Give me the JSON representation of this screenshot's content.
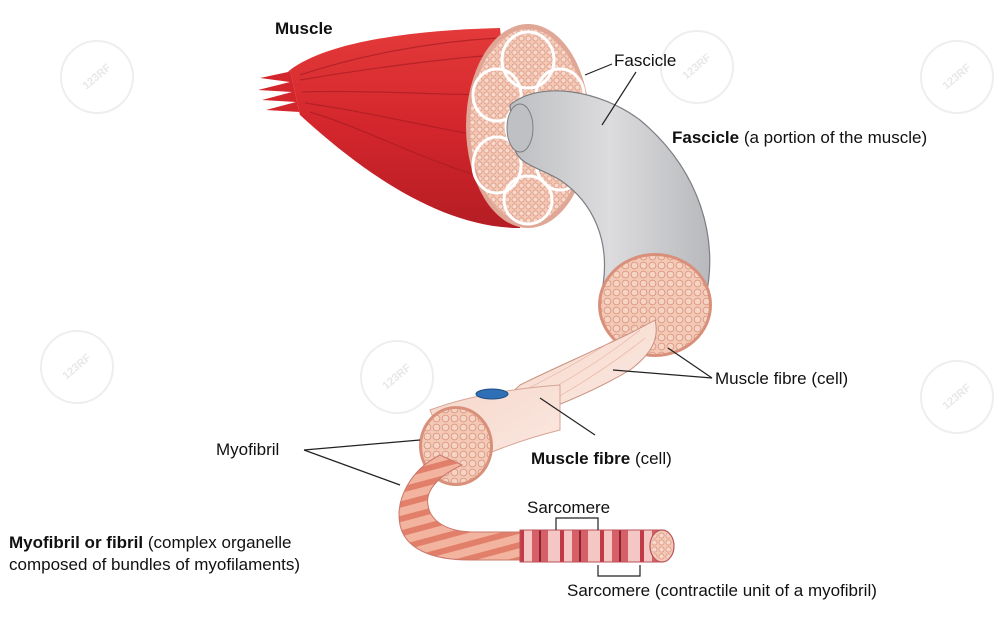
{
  "labels": {
    "muscle": "Muscle",
    "fascicle_small": "Fascicle",
    "fascicle_bold": "Fascicle",
    "fascicle_note": "(a portion of the muscle)",
    "muscle_fibre_cell": "Muscle fibre (cell)",
    "myofibril": "Myofibril",
    "muscle_fibre_bold": "Muscle fibre",
    "muscle_fibre_note": "(cell)",
    "myofibril_bold": "Myofibril or fibril",
    "myofibril_note_1": "(complex organelle",
    "myofibril_note_2": "composed of bundles of myofilaments)",
    "sarcomere_top": "Sarcomere",
    "sarcomere_bottom": "Sarcomere (contractile unit of a myofibril)"
  },
  "watermark": "123RF",
  "colors": {
    "muscle_red": "#d8282e",
    "muscle_dark": "#a61c22",
    "fascicle_grey": "#cfcfd1",
    "tissue_pink": "#f0bfa9",
    "cell_outline": "#d88a75",
    "nucleus_blue": "#2f6fb5",
    "sarcomere_red": "#c23a45"
  }
}
